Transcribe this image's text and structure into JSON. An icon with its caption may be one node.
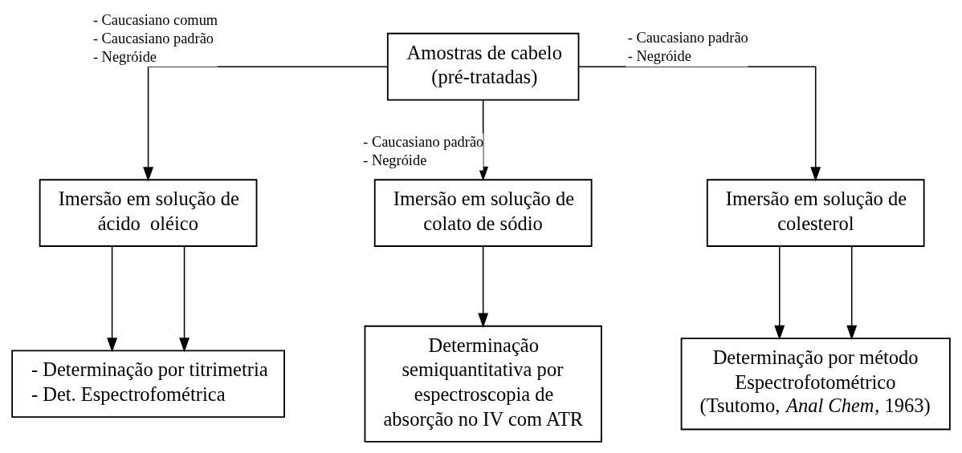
{
  "diagram": {
    "nodes": [
      {
        "text": [
          "Amostras de cabelo (pré-tratadas)"
        ]
      },
      {
        "text": [
          "Imersão em solução de ácido  oléico"
        ]
      },
      {
        "text": [
          "Imersão em solução de colato de sódio"
        ]
      },
      {
        "text": [
          "Imersão em solução de colesterol"
        ]
      },
      {
        "text": [
          "- Determinação por titrimetria",
          "- Det. Espectrofométrica"
        ]
      },
      {
        "text": [
          "Determinação semiquantitativa por espectroscopia de absorção no IV com ATR"
        ]
      },
      {
        "text": [
          "Determinação por método Espectrofotométrico",
          "(Tsutomo, *Anal Chem*, 1963)"
        ]
      }
    ],
    "edges": [
      {
        "from": 0,
        "to": 1,
        "arrow": "to",
        "label": "- Caucasiano comum - Caucasiano padrão - Negróide"
      },
      {
        "from": 0,
        "to": 2,
        "arrow": "to",
        "label": "- Caucasiano padrão - Negróide"
      },
      {
        "from": 0,
        "to": 3,
        "arrow": "to",
        "label": "- Caucasiano padrão - Negróide"
      },
      {
        "from": 1,
        "to": 4,
        "arrow": "to"
      },
      {
        "from": 1,
        "to": 4,
        "arrow": "to"
      },
      {
        "from": 2,
        "to": 5,
        "arrow": "to"
      },
      {
        "from": 3,
        "to": 6,
        "arrow": "to"
      },
      {
        "from": 3,
        "to": 6,
        "arrow": "to"
      }
    ]
  }
}
